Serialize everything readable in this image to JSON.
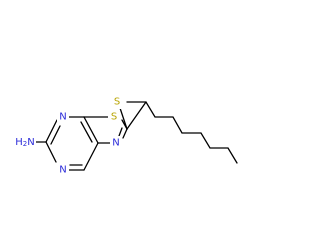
{
  "molecule": {
    "colors": {
      "bond": "#000000",
      "nitrogen": "#2b2bd9",
      "sulfur": "#b8a400",
      "background": "#ffffff"
    },
    "labels": {
      "amine": "H2N",
      "amine_h": "H",
      "amine_h_sub": "2",
      "amine_n": "N",
      "ring_n_top": "N",
      "ring_n_bottom": "N",
      "ring_s": "S",
      "thiazole_n": "N",
      "thioether_s": "S"
    },
    "substituent_chain": "octylsulfanyl",
    "chain_carbon_count": 8
  }
}
